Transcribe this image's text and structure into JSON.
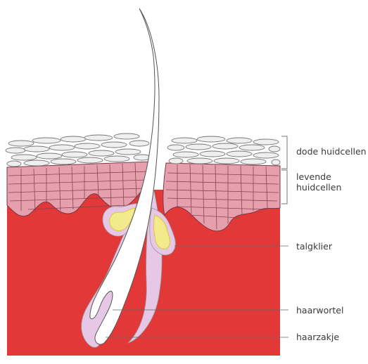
{
  "labels": {
    "dode_huidcellen": "dode huidcellen",
    "levende_huidcellen_line1": "levende",
    "levende_huidcellen_line2": "huidcellen",
    "talgklier": "talgklier",
    "haarwortel": "haarwortel",
    "haarzakje": "haarzakje"
  },
  "colors": {
    "dermis": "#e23838",
    "living_cells": "#e6a0ad",
    "dead_cells": "#efefef",
    "hair": "#ffffff",
    "follicle": "#e6c8e6",
    "gland": "#f2ea8c",
    "gland_outline": "#d8c93a",
    "leader_line": "#666666"
  }
}
